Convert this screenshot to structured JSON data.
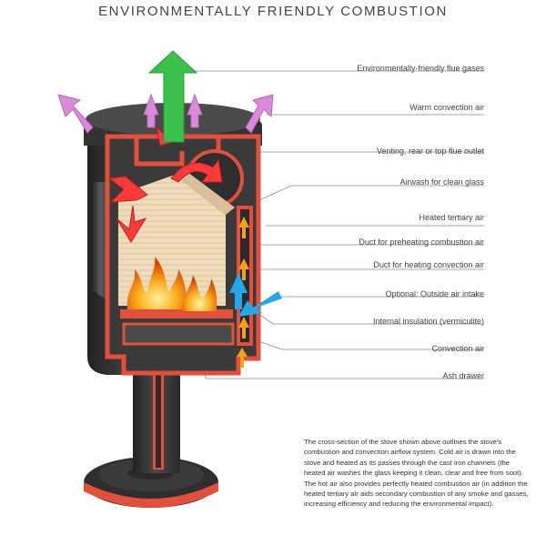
{
  "title": "ENVIRONMENTALLY FRIENDLY COMBUSTION",
  "labels": [
    "Environmentally-friendly flue gases",
    "Warm convection air",
    "Venting, rear or top flue outlet",
    "Airwash for clean glass",
    "Heated tertiary air",
    "Duct for preheating combustion air",
    "Duct for heating convection air",
    "Optional: Outside air intake",
    "Internal insulation (vermiculite)",
    "Convection air",
    "Ash drawer"
  ],
  "description": {
    "paragraph_1": "The cross-section of the stove shown above outlines the stove's combustion and convection airflow system. Cold air is drawn into the stove and heated as its passes through the cast iron channels (the heated air washes the glass keeping it clean, clear and free from soot).",
    "paragraph_2": "The hot air also provides perfectly heated combustion air (in addition the heated tertiary air aids secondary combustion of any smoke and gasses, increasing efficiency and reducing the environmental impact)."
  },
  "colors": {
    "stove_body": "#3c3c3c",
    "cutaway": "#e2503c",
    "flue_arrow": "#3cc24c",
    "convection_arrow": "#d98ad8",
    "hot_air_arrow": "#ff3a3a",
    "outside_air_arrow": "#27a6e8",
    "cold_air_arrow": "#f2a21c",
    "vermiculite": "#ecd6b4",
    "flames": "#ff9a10"
  }
}
